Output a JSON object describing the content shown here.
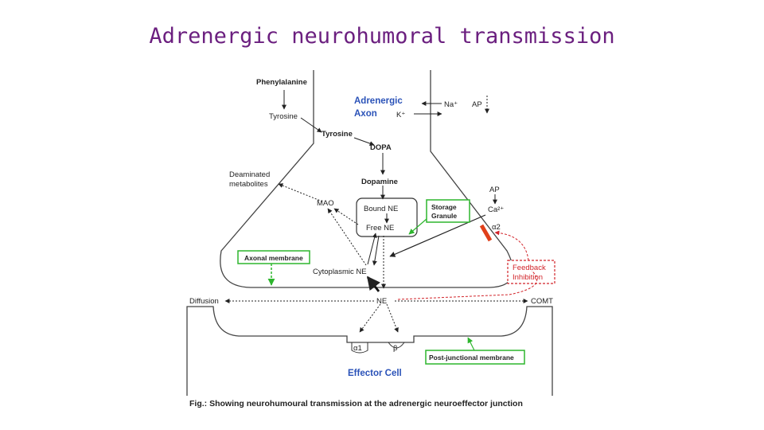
{
  "title": "Adrenergic neurohumoral transmission",
  "labels": {
    "phenylalanine": "Phenylalanine",
    "tyrosine_out": "Tyrosine",
    "tyrosine_in": "Tyrosine",
    "dopa": "DOPA",
    "dopamine": "Dopamine",
    "adrenergic_axon_1": "Adrenergic",
    "adrenergic_axon_2": "Axon",
    "na_ion": "Na⁺",
    "k_ion": "K⁺",
    "ap_top": "AP",
    "ap_right": "AP",
    "ca_ion": "Ca²⁺",
    "alpha2": "α2",
    "deaminated_1": "Deaminated",
    "deaminated_2": "metabolites",
    "mao": "MAO",
    "bound_ne": "Bound NE",
    "free_ne": "Free NE",
    "storage_granule_1": "Storage",
    "storage_granule_2": "Granule",
    "axonal_membrane": "Axonal membrane",
    "cytoplasmic_ne": "Cytoplasmic NE",
    "feedback_1": "Feedback",
    "feedback_2": "Inhibition",
    "ne_cleft": "NE",
    "diffusion": "Diffusion",
    "comt": "COMT",
    "alpha1": "α1",
    "beta": "β",
    "post_junctional": "Post-junctional membrane",
    "effector_cell": "Effector Cell",
    "caption": "Fig.: Showing neurohumoural transmission at the adrenergic neuroeffector junction"
  },
  "colors": {
    "title": "#6b1f7f",
    "green_label": "#2db52d",
    "feedback_red": "#d2242a",
    "blue_label": "#2a52b8"
  }
}
